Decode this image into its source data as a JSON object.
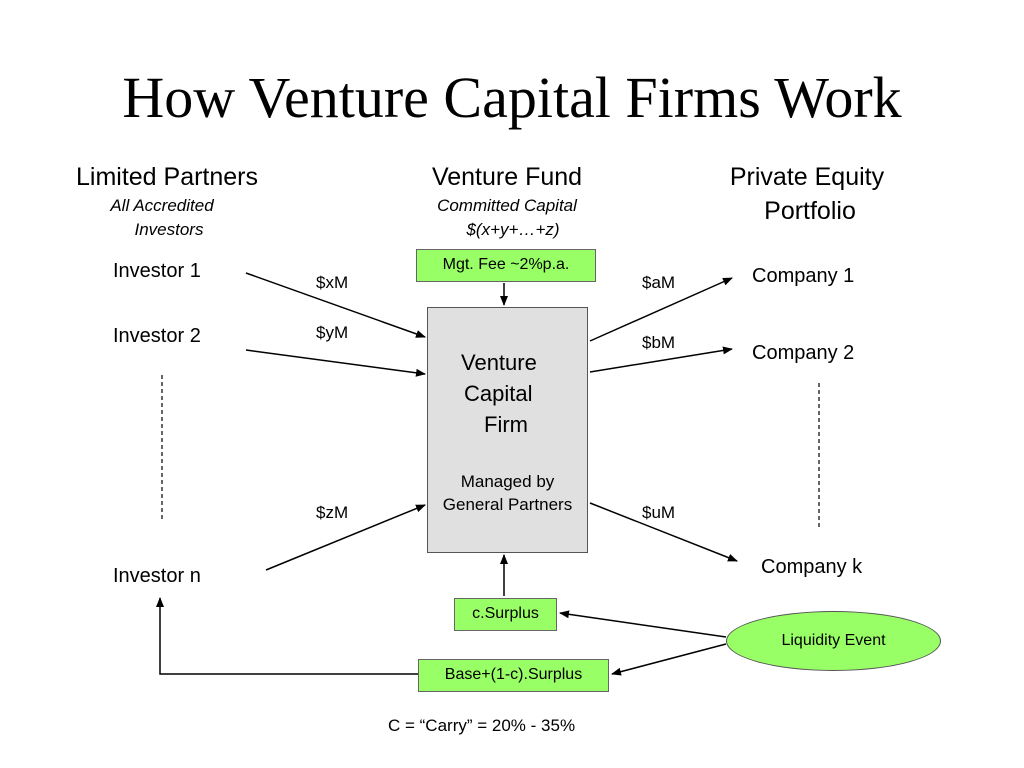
{
  "title": "How Venture Capital Firms Work",
  "limited_partners": {
    "heading": "Limited Partners",
    "sub_line1": "All Accredited",
    "sub_line2": "Investors",
    "investors": [
      "Investor 1",
      "Investor 2",
      "Investor n"
    ]
  },
  "venture_fund": {
    "heading": "Venture Fund",
    "sub_line1": "Committed Capital",
    "sub_line2": "$(x+y+…+z)",
    "mgt_fee": "Mgt. Fee ~2%p.a."
  },
  "private_equity": {
    "heading_line1": "Private Equity",
    "heading_line2": "Portfolio",
    "companies": [
      "Company 1",
      "Company 2",
      "Company k"
    ]
  },
  "flows": {
    "in_x": "$xM",
    "in_y": "$yM",
    "in_z": "$zM",
    "out_a": "$aM",
    "out_b": "$bM",
    "out_u": "$uM"
  },
  "vc_firm": {
    "line1": "Venture",
    "line2": "Capital",
    "line3": "Firm",
    "managed_line1": "Managed by",
    "managed_line2": "General Partners"
  },
  "c_surplus": "c.Surplus",
  "base_surplus": "Base+(1-c).Surplus",
  "liquidity_event": "Liquidity Event",
  "carry_note": "C = “Carry” = 20% - 35%",
  "colors": {
    "box_green": "#99ff66",
    "firm_gray": "#e0e0e0"
  }
}
